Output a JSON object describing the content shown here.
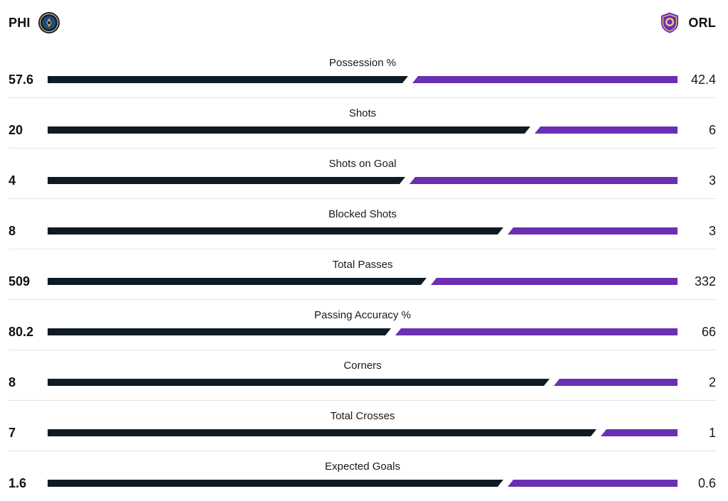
{
  "header": {
    "home_team": "PHI",
    "away_team": "ORL"
  },
  "colors": {
    "home": "#0f1b24",
    "away": "#6b2fb3",
    "divider": "#e3e3e3"
  },
  "icons": {
    "home_crest": "philadelphia-union-crest-icon",
    "away_crest": "orlando-city-crest-icon"
  },
  "stats": [
    {
      "label": "Possession %",
      "home": "57.6",
      "away": "42.4"
    },
    {
      "label": "Shots",
      "home": "20",
      "away": "6"
    },
    {
      "label": "Shots on Goal",
      "home": "4",
      "away": "3"
    },
    {
      "label": "Blocked Shots",
      "home": "8",
      "away": "3"
    },
    {
      "label": "Total Passes",
      "home": "509",
      "away": "332"
    },
    {
      "label": "Passing Accuracy %",
      "home": "80.2",
      "away": "66"
    },
    {
      "label": "Corners",
      "home": "8",
      "away": "2"
    },
    {
      "label": "Total Crosses",
      "home": "7",
      "away": "1"
    },
    {
      "label": "Expected Goals",
      "home": "1.6",
      "away": "0.6"
    }
  ]
}
